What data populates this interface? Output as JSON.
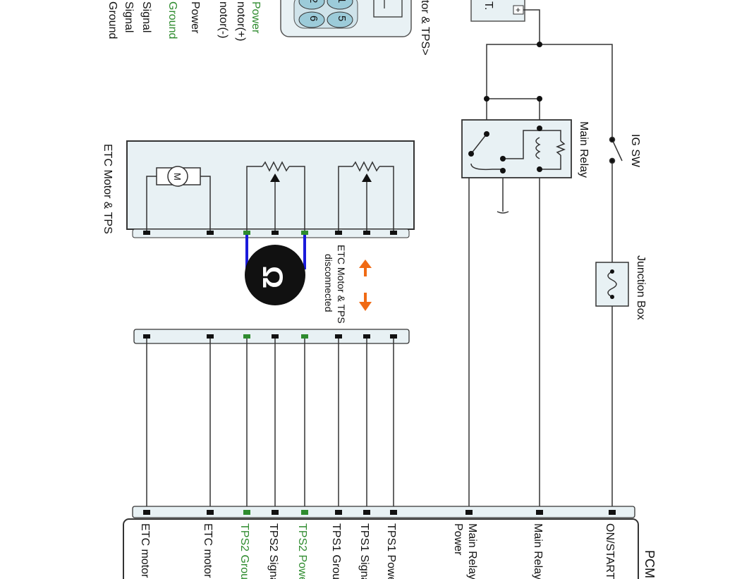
{
  "labels": {
    "top_left_list": [
      "Ground",
      "Signal",
      "Signal",
      "Power",
      "Ground",
      "notor(-)",
      "notor(+)",
      "Power"
    ],
    "tps_ref": "tor & TPS>",
    "batt": "T.",
    "batt_plus": "+",
    "main_relay": "Main Relay",
    "ig_sw": "IG SW",
    "junction_box": "Junction Box",
    "etc_motor_tps": "ETC Motor & TPS",
    "disconnected_line1": "ETC Motor & TPS",
    "disconnected_line2": "disconnected",
    "ohm": "Ω",
    "motor": "M",
    "pcm": "PCM",
    "pcm_pins": [
      "ETC motor",
      "ETC motor",
      "TPS2 Grou",
      "TPS2 Signa",
      "TPS2 Powe",
      "TPS1 Grou",
      "TPS1 Signa",
      "TPS1 Powe",
      "Main Relay",
      "Power",
      "Main Relay",
      "ON/START"
    ],
    "connector_pins": [
      "2",
      "1",
      "6",
      "5"
    ]
  },
  "colors": {
    "green_text": "#2e8b2e",
    "probe_wire": "#1a1adb",
    "arrow": "#f06a14",
    "box_fill": "#e8f1f4",
    "connector_fill": "#9ccbd9"
  }
}
